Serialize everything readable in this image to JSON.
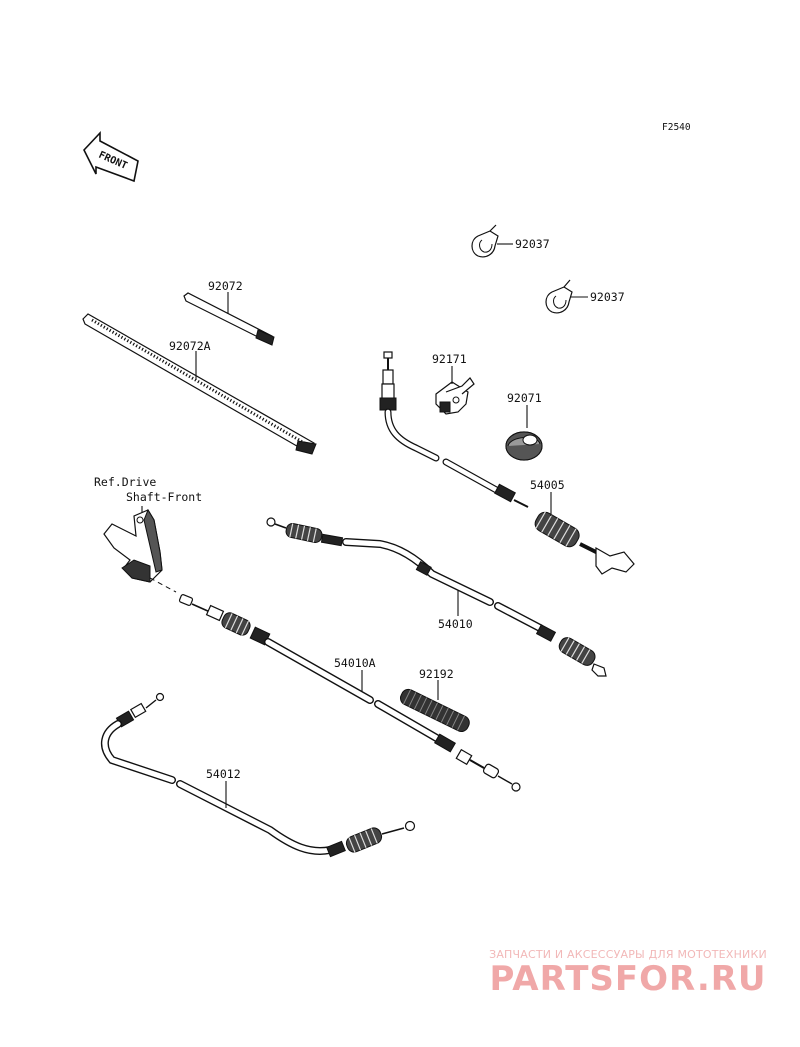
{
  "diagram_code": "F2540",
  "front_arrow_label": "FRONT",
  "reference_note": {
    "line1": "Ref.Drive",
    "line2": "Shaft-Front"
  },
  "parts": [
    {
      "id": "clip-upper",
      "number": "92037"
    },
    {
      "id": "clip-lower",
      "number": "92037"
    },
    {
      "id": "band-short",
      "number": "92072"
    },
    {
      "id": "band-long",
      "number": "92072A"
    },
    {
      "id": "holder",
      "number": "92171"
    },
    {
      "id": "grommet",
      "number": "92071"
    },
    {
      "id": "throttle-cable",
      "number": "54005"
    },
    {
      "id": "cable-center",
      "number": "54010"
    },
    {
      "id": "cable-lower",
      "number": "54010A"
    },
    {
      "id": "protector-tube",
      "number": "92192"
    },
    {
      "id": "cable-bottom",
      "number": "54012"
    }
  ],
  "watermark": {
    "subtitle": "ЗАПЧАСТИ И АКСЕССУАРЫ ДЛЯ МОТОТЕХНИКИ",
    "brand": "PARTSFOR.RU"
  }
}
